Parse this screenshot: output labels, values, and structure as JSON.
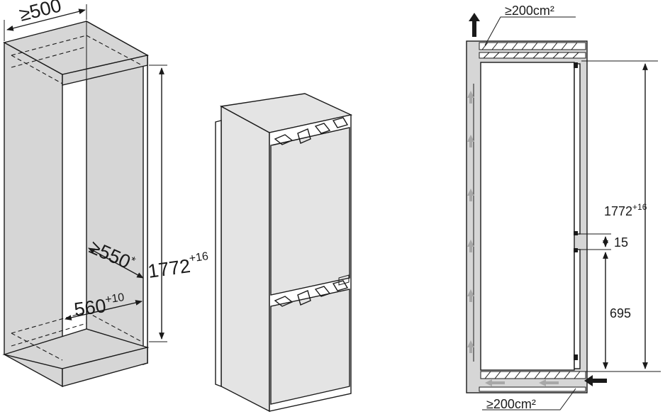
{
  "labels": {
    "depth_min": "≥500",
    "depth_fridge": "≥550",
    "depth_fridge_mark": "*",
    "niche_width": "560",
    "niche_width_tol": "+10",
    "niche_height_left": "1772",
    "niche_height_left_tol": "+16",
    "vent_top": "≥200cm²",
    "niche_height_right": "1772",
    "niche_height_right_tol": "+16",
    "gap": "15",
    "lower_height": "695",
    "vent_bottom": "≥200cm²"
  },
  "colors": {
    "cabinet": "#d6d6d6",
    "fridge": "#e4e4e4",
    "ink": "#1a1a1a",
    "airflow_arrow": "#a8a8a8"
  }
}
